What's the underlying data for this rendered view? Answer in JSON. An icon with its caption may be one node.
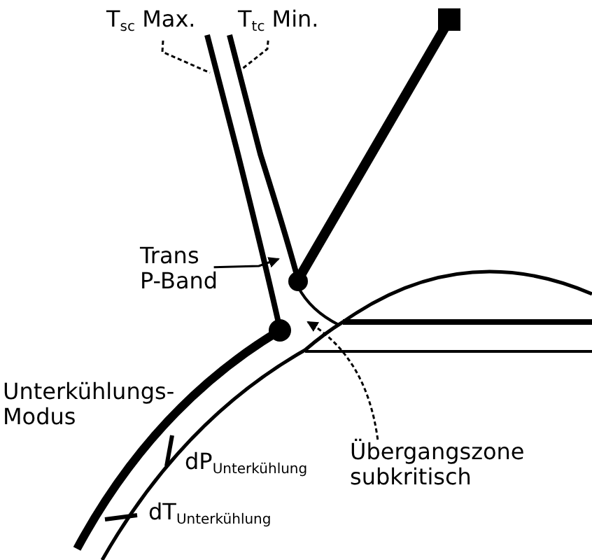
{
  "diagram": {
    "nodes": [
      {
        "text": [
          "T$_{sc}$ Max."
        ]
      },
      {
        "text": [
          "T$_{tc}$ Min."
        ]
      },
      {
        "text": [
          "Trans P-Band"
        ]
      },
      {
        "text": [
          "Übergangszone subkritisch"
        ]
      }
    ],
    "edges": [
      {
        "from": 0,
        "to": null,
        "arrow": "none",
        "style": "dashed"
      },
      {
        "from": 1,
        "to": null,
        "arrow": "none",
        "style": "dashed"
      },
      {
        "from": 2,
        "to": null,
        "arrow": "to"
      },
      {
        "from": 3,
        "to": null,
        "arrow": "to",
        "style": "dashed"
      }
    ],
    "labels": [
      "Unterkühlungs- Modus",
      "dP$_{Unterkühlung}$",
      "dT$_{Unterkühlung}$"
    ]
  }
}
